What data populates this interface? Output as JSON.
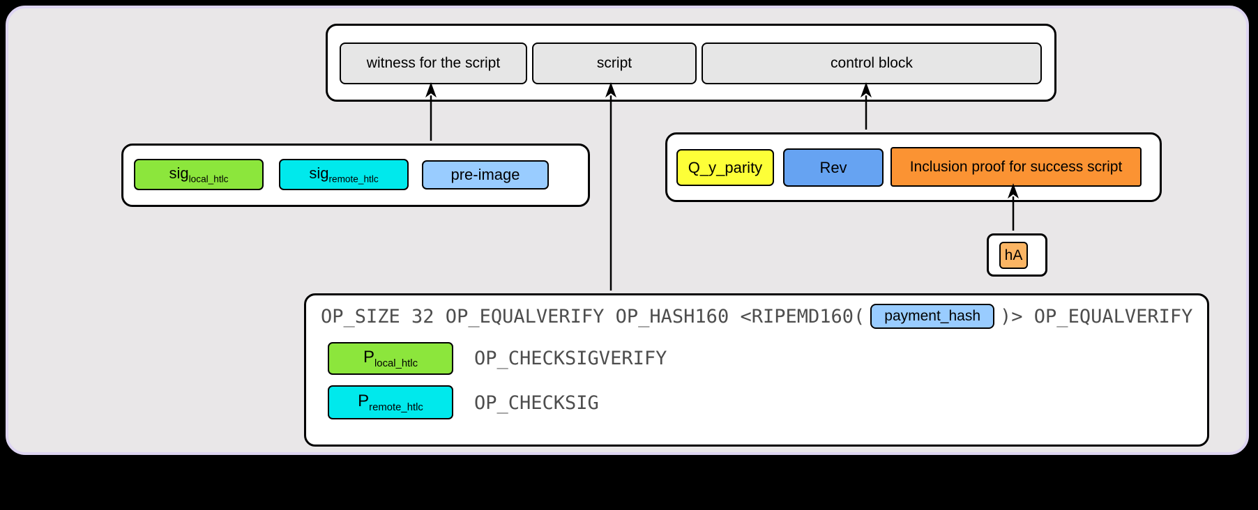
{
  "top_row": {
    "witness_label": "witness for the script",
    "script_label": "script",
    "control_label": "control block"
  },
  "witness_stack": {
    "sig_local": {
      "base": "sig",
      "sub": "local_htlc",
      "color": "#8ce63c"
    },
    "sig_remote": {
      "base": "sig",
      "sub": "remote_htlc",
      "color": "#00e9ec"
    },
    "preimage": {
      "label": "pre-image",
      "color": "#99ccff"
    }
  },
  "control_block": {
    "q_y_parity": {
      "label": "Q_y_parity",
      "color": "#fdff38"
    },
    "rev": {
      "label": "Rev",
      "color": "#66a3f2"
    },
    "inclusion_proof": {
      "label": "Inclusion proof for success script",
      "color": "#fb9333"
    }
  },
  "leaf": {
    "label": "hA",
    "color": "#fbb564"
  },
  "script": {
    "line1_prefix": "OP_SIZE 32 OP_EQUALVERIFY OP_HASH160 <RIPEMD160(",
    "payment_hash": {
      "label": "payment_hash",
      "color": "#99ccff"
    },
    "line1_suffix": ")> OP_EQUALVERIFY",
    "p_local": {
      "base": "P",
      "sub": "local_htlc",
      "color": "#8ce63c"
    },
    "op_checksigverify": "OP_CHECKSIGVERIFY",
    "p_remote": {
      "base": "P",
      "sub": "remote_htlc",
      "color": "#00e9ec"
    },
    "op_checksig": "OP_CHECKSIG"
  },
  "colors": {
    "page_bg": "#000000",
    "panel_bg": "#e9e7e8",
    "panel_border": "#ded5f2",
    "container_bg": "#ffffff",
    "box_gray": "#e6e6e6",
    "mono_text": "#4d4d4d",
    "line": "#000000"
  }
}
